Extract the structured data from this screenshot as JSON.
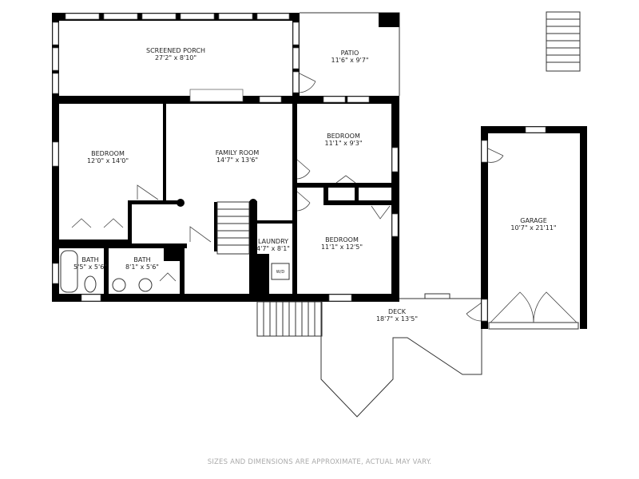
{
  "rooms": [
    {
      "name": "SCREENED PORCH",
      "size": "27'2\" x 8'10\""
    },
    {
      "name": "PATIO",
      "size": "11'6\" x 9'7\""
    },
    {
      "name": "BEDROOM",
      "size": "12'0\" x 14'0\""
    },
    {
      "name": "FAMILY ROOM",
      "size": "14'7\" x 13'6\""
    },
    {
      "name": "BEDROOM",
      "size": "11'1\" x 9'3\""
    },
    {
      "name": "LAUNDRY",
      "size": "4'7\" x 8'1\""
    },
    {
      "name": "BEDROOM",
      "size": "11'1\" x 12'5\""
    },
    {
      "name": "BATH",
      "size": "5'5\" x 5'6\""
    },
    {
      "name": "BATH",
      "size": "8'1\" x 5'6\""
    },
    {
      "name": "DECK",
      "size": "18'7\" x 13'5\""
    },
    {
      "name": "GARAGE",
      "size": "10'7\" x 21'11\""
    }
  ],
  "appliance_label": "W/D",
  "footer": "SIZES AND DIMENSIONS ARE APPROXIMATE, ACTUAL MAY VARY."
}
